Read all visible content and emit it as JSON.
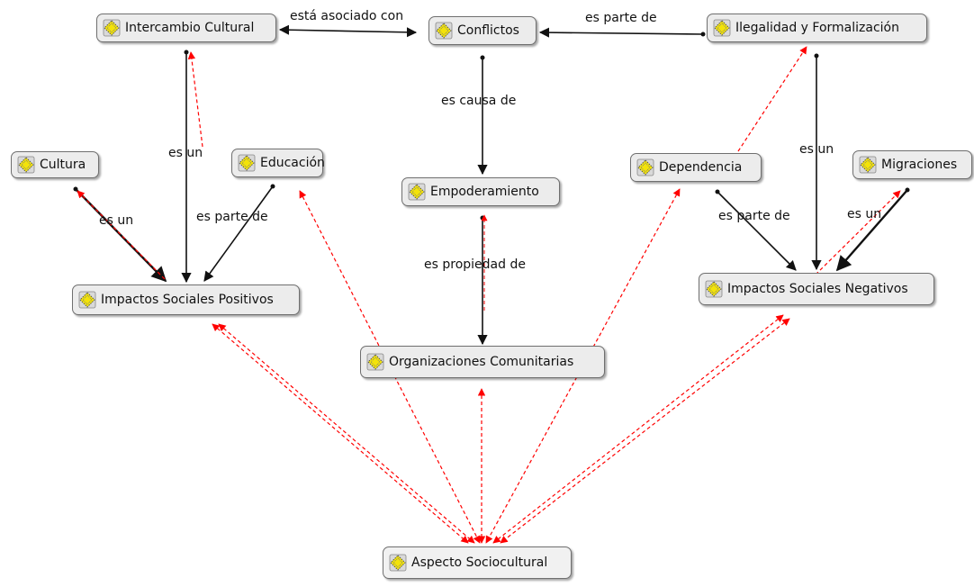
{
  "nodes": {
    "intercambio_cultural": "Intercambio Cultural",
    "conflictos": "Conflictos",
    "ilegalidad": "Ilegalidad y Formalización",
    "cultura": "Cultura",
    "educacion": "Educación",
    "empoderamiento": "Empoderamiento",
    "dependencia": "Dependencia",
    "migraciones": "Migraciones",
    "impactos_positivos": "Impactos Sociales Positivos",
    "impactos_negativos": "Impactos Sociales Negativos",
    "organizaciones": "Organizaciones Comunitarias",
    "aspecto": "Aspecto Sociocultural"
  },
  "edge_labels": {
    "asociado": "está asociado con",
    "parte_conflictos": "es parte de",
    "causa": "es causa de",
    "propiedad": "es propiedad de",
    "es_un_left": "es un",
    "es_un_cultura": "es un",
    "parte_educacion": "es parte de",
    "es_un_right": "es un",
    "parte_dependencia": "es parte de",
    "es_un_migraciones": "es un"
  },
  "colors": {
    "relation_line": "#111111",
    "association_line": "#ff0000",
    "icon_fill": "#f3e30a",
    "node_fill": "#ececec"
  }
}
